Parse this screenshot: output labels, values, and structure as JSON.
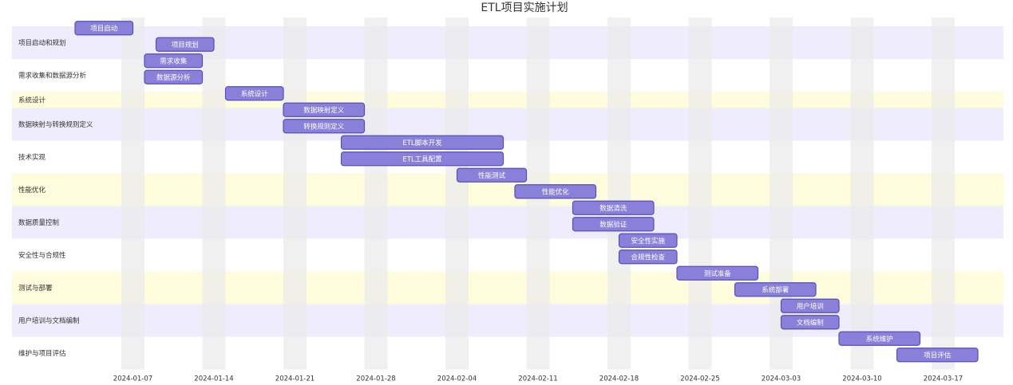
{
  "title": "ETL项目实施计划",
  "axis": {
    "ticks": [
      "2024-01-07",
      "2024-01-14",
      "2024-01-21",
      "2024-01-28",
      "2024-02-04",
      "2024-02-11",
      "2024-02-18",
      "2024-02-25",
      "2024-03-03",
      "2024-03-10",
      "2024-03-17"
    ]
  },
  "colors": {
    "section_bands": [
      "#efedfd",
      "#ffffff",
      "#fffcdd"
    ],
    "weekend_shade": "#ebebeb",
    "task_fill": "#8a80d9",
    "task_stroke": "#534fbc",
    "task_text": "#ffffff"
  },
  "chart_data": {
    "type": "gantt",
    "title": "ETL项目实施计划",
    "sections": [
      {
        "name": "项目启动和规划",
        "tasks": [
          {
            "name": "项目启动",
            "start": "2024-01-02",
            "end": "2024-01-07"
          },
          {
            "name": "项目规划",
            "start": "2024-01-09",
            "end": "2024-01-14"
          }
        ]
      },
      {
        "name": "需求收集和数据源分析",
        "tasks": [
          {
            "name": "需求收集",
            "start": "2024-01-08",
            "end": "2024-01-13"
          },
          {
            "name": "数据源分析",
            "start": "2024-01-08",
            "end": "2024-01-13"
          }
        ]
      },
      {
        "name": "系统设计",
        "tasks": [
          {
            "name": "系统设计",
            "start": "2024-01-15",
            "end": "2024-01-20"
          }
        ]
      },
      {
        "name": "数据映射与转换规则定义",
        "tasks": [
          {
            "name": "数据映射定义",
            "start": "2024-01-20",
            "end": "2024-01-27"
          },
          {
            "name": "转换规则定义",
            "start": "2024-01-20",
            "end": "2024-01-27"
          }
        ]
      },
      {
        "name": "技术实现",
        "tasks": [
          {
            "name": "ETL脚本开发",
            "start": "2024-01-25",
            "end": "2024-02-08"
          },
          {
            "name": "ETL工具配置",
            "start": "2024-01-25",
            "end": "2024-02-08"
          }
        ]
      },
      {
        "name": "性能优化",
        "tasks": [
          {
            "name": "性能测试",
            "start": "2024-02-04",
            "end": "2024-02-10"
          },
          {
            "name": "性能优化",
            "start": "2024-02-09",
            "end": "2024-02-16"
          }
        ]
      },
      {
        "name": "数据质量控制",
        "tasks": [
          {
            "name": "数据清洗",
            "start": "2024-02-14",
            "end": "2024-02-21"
          },
          {
            "name": "数据验证",
            "start": "2024-02-14",
            "end": "2024-02-21"
          }
        ]
      },
      {
        "name": "安全性与合规性",
        "tasks": [
          {
            "name": "安全性实施",
            "start": "2024-02-18",
            "end": "2024-02-23"
          },
          {
            "name": "合规性检查",
            "start": "2024-02-18",
            "end": "2024-02-23"
          }
        ]
      },
      {
        "name": "测试与部署",
        "tasks": [
          {
            "name": "测试准备",
            "start": "2024-02-23",
            "end": "2024-03-01"
          },
          {
            "name": "系统部署",
            "start": "2024-02-28",
            "end": "2024-03-06"
          }
        ]
      },
      {
        "name": "用户培训与文档编制",
        "tasks": [
          {
            "name": "用户培训",
            "start": "2024-03-03",
            "end": "2024-03-08"
          },
          {
            "name": "文档编制",
            "start": "2024-03-03",
            "end": "2024-03-08"
          }
        ]
      },
      {
        "name": "维护与项目评估",
        "tasks": [
          {
            "name": "系统维护",
            "start": "2024-03-08",
            "end": "2024-03-15"
          },
          {
            "name": "项目评估",
            "start": "2024-03-13",
            "end": "2024-03-20"
          }
        ]
      }
    ]
  }
}
